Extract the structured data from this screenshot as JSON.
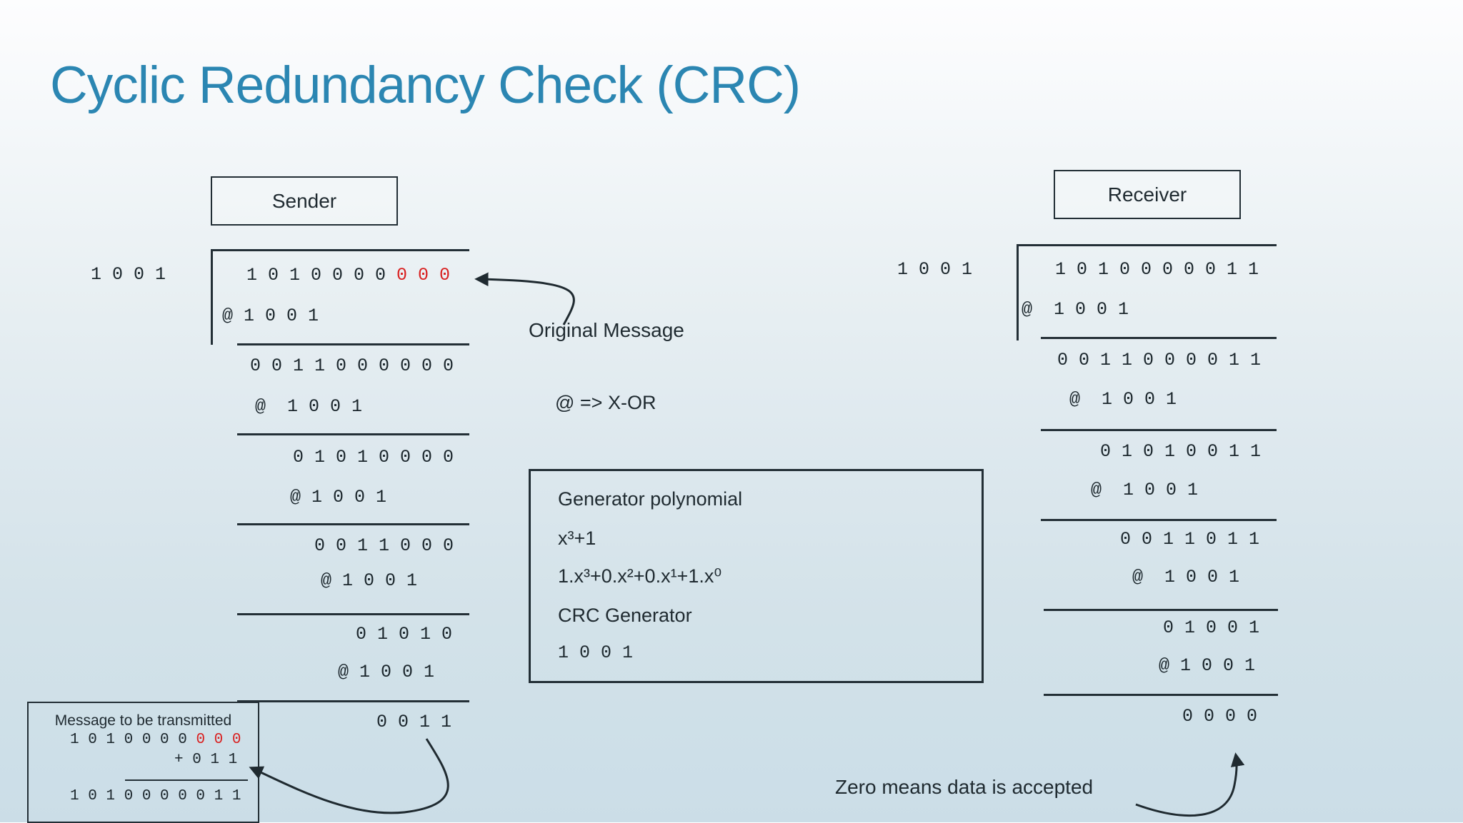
{
  "slide": {
    "title": "Cyclic Redundancy Check (CRC)"
  },
  "labels": {
    "sender": "Sender",
    "receiver": "Receiver",
    "original_message": "Original Message",
    "xor_note": "@ => X-OR",
    "zero_accepted": "Zero means data is accepted"
  },
  "generator_box": {
    "title": "Generator polynomial",
    "polynomial": "x³+1",
    "expanded": "1.x³+0.x²+0.x¹+1.x⁰",
    "crc_label": "CRC Generator",
    "crc_value": "1 0 0 1"
  },
  "sender": {
    "divisor": "1 0 0 1",
    "dividend_black": "1 0 1 0 0 0 0 ",
    "dividend_red": "0 0 0",
    "steps": [
      "@ 1 0 0 1",
      "0 0 1 1 0 0 0 0 0 0",
      "@  1 0 0 1",
      "0 1 0 1 0 0 0 0",
      "@ 1 0 0 1",
      "0 0 1 1 0 0 0",
      "@ 1 0 0 1",
      "0 1 0 1 0",
      "@ 1 0 0 1",
      "0 0 1 1"
    ]
  },
  "receiver": {
    "divisor": "1 0 0 1",
    "dividend": "1 0 1 0 0 0 0 0 1 1",
    "steps": [
      "@  1 0 0 1",
      "0 0 1 1 0 0 0 0 1 1",
      "@  1 0 0 1",
      "0 1 0 1 0 0 1 1",
      "@  1 0 0 1",
      "0 0 1 1 0 1 1",
      "@  1 0 0 1",
      "0 1 0 0 1",
      "@ 1 0 0 1",
      "0 0 0 0"
    ]
  },
  "message_box": {
    "title": "Message to be transmitted",
    "line1_black": "1 0 1 0 0 0 0 ",
    "line1_red": "0 0 0",
    "line2": "+ 0 1 1",
    "result": "1 0 1 0 0 0 0 0 1 1"
  },
  "colors": {
    "accent_blue": "#2b86b2",
    "highlight_red": "#d92020",
    "ink": "#1f2a30"
  }
}
